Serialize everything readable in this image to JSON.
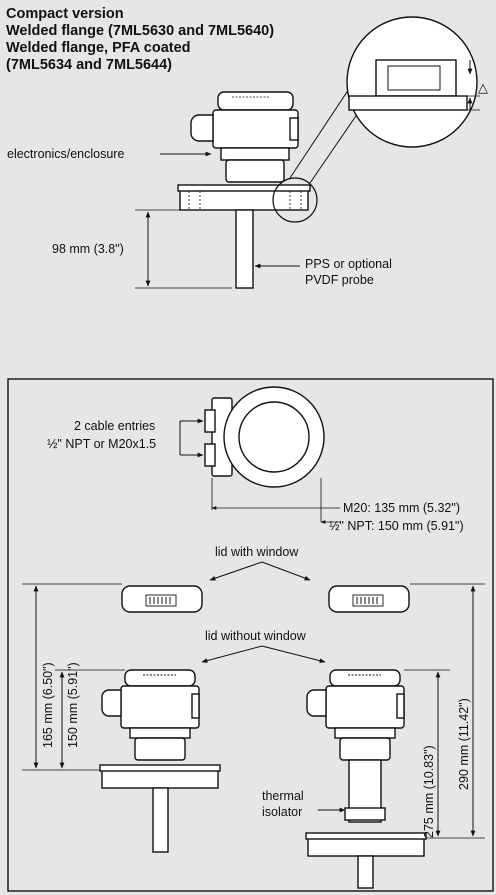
{
  "title_lines": [
    "Compact version",
    "Welded flange (7ML5630 and 7ML5640)",
    "Welded flange, PFA coated",
    "(7ML5634 and 7ML5644)"
  ],
  "top_diagram": {
    "label_electronics": "electronics/enclosure",
    "dim_98": "98 mm (3.8\")",
    "probe_line1": "PPS or optional",
    "probe_line2": "PVDF probe",
    "detail_delta": "△"
  },
  "bottom_diagram": {
    "cable_line1": "2 cable entries",
    "cable_line2": "½\" NPT or M20x1.5",
    "m20_dim": "M20: 135 mm (5.32\")",
    "npt_dim": "½\" NPT: 150 mm (5.91\")",
    "lid_with_window": "lid with window",
    "lid_without_window": "lid without window",
    "dim_165": "165 mm (6.50\")",
    "dim_150": "150 mm (5.91\")",
    "dim_275": "275 mm (10.83\")",
    "dim_290": "290 mm (11.42\")",
    "thermal_line1": "thermal",
    "thermal_line2": "isolator"
  }
}
